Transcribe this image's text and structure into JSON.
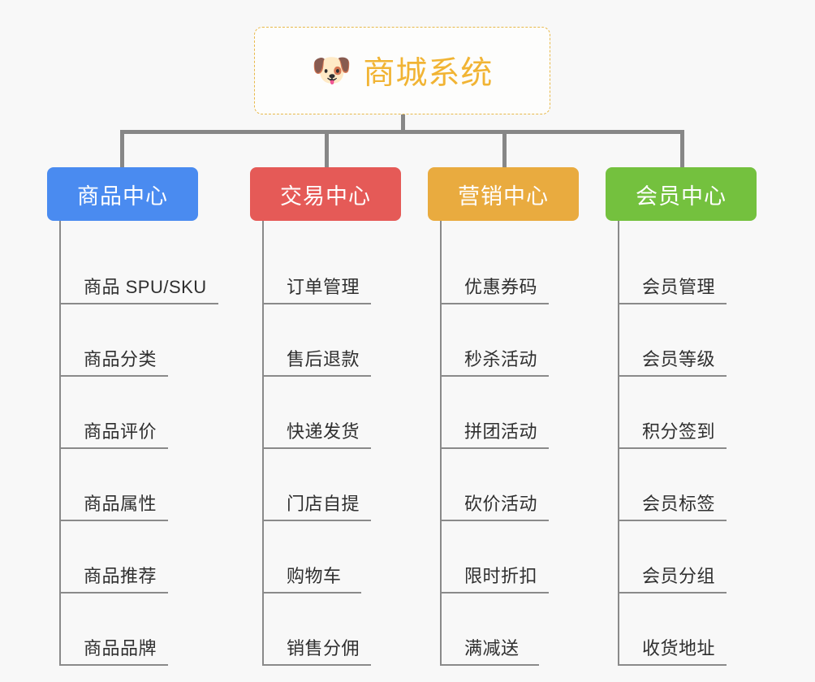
{
  "root": {
    "icon": "dog-face-emoji",
    "icon_glyph": "🐶",
    "title": "商城系统",
    "title_color": "#f1b434",
    "border_color": "#e8b94a"
  },
  "canvas": {
    "background": "#f8f8f8",
    "connector_color": "#878787",
    "rule_color": "#8a8a8a",
    "leaf_text_color": "#2f2f2f"
  },
  "branches": [
    {
      "label": "商品中心",
      "color": "#4a8bf0",
      "leaves": [
        {
          "label": "商品 SPU/SKU"
        },
        {
          "label": "商品分类"
        },
        {
          "label": "商品评价"
        },
        {
          "label": "商品属性"
        },
        {
          "label": "商品推荐"
        },
        {
          "label": "商品品牌"
        }
      ]
    },
    {
      "label": "交易中心",
      "color": "#e55a57",
      "leaves": [
        {
          "label": "订单管理"
        },
        {
          "label": "售后退款"
        },
        {
          "label": "快递发货"
        },
        {
          "label": "门店自提"
        },
        {
          "label": "购物车"
        },
        {
          "label": "销售分佣"
        }
      ]
    },
    {
      "label": "营销中心",
      "color": "#e9ab3f",
      "leaves": [
        {
          "label": "优惠券码"
        },
        {
          "label": "秒杀活动"
        },
        {
          "label": "拼团活动"
        },
        {
          "label": "砍价活动"
        },
        {
          "label": "限时折扣"
        },
        {
          "label": "满减送"
        }
      ]
    },
    {
      "label": "会员中心",
      "color": "#74c13e",
      "leaves": [
        {
          "label": "会员管理"
        },
        {
          "label": "会员等级"
        },
        {
          "label": "积分签到"
        },
        {
          "label": "会员标签"
        },
        {
          "label": "会员分组"
        },
        {
          "label": "收货地址"
        }
      ]
    }
  ]
}
